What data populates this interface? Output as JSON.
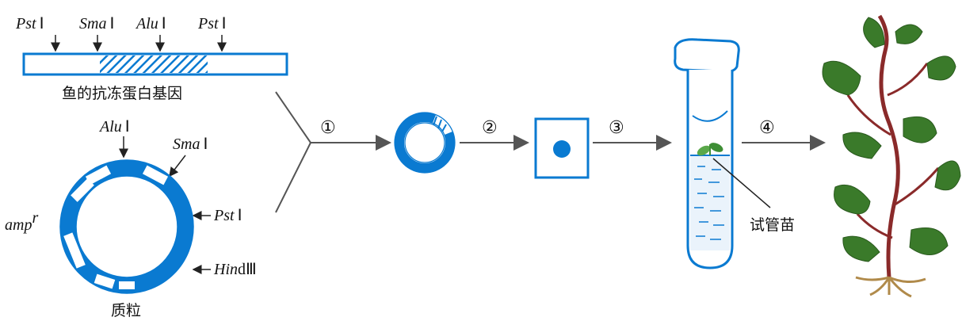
{
  "colors": {
    "blue": "#0a7ad1",
    "line": "#333333",
    "arrow": "#555555",
    "leaf": "#3a7a2a",
    "stem": "#8a2a2a",
    "root": "#b08a4a"
  },
  "gene": {
    "sites": [
      {
        "italic": "Pst",
        "roman": "Ⅰ"
      },
      {
        "italic": "Sma",
        "roman": "Ⅰ"
      },
      {
        "italic": "Alu",
        "roman": "Ⅰ"
      },
      {
        "italic": "Pst",
        "roman": "Ⅰ"
      }
    ],
    "caption": "鱼的抗冻蛋白基因"
  },
  "plasmid": {
    "sites": [
      {
        "italic": "Alu",
        "roman": "Ⅰ"
      },
      {
        "italic": "Sma",
        "roman": "Ⅰ"
      },
      {
        "italic": "Pst",
        "roman": "Ⅰ"
      },
      {
        "italic": "Hin",
        "roman": "dⅢ"
      }
    ],
    "marker": {
      "italic": "amp",
      "sup": "r"
    },
    "caption": "质粒"
  },
  "steps": [
    "①",
    "②",
    "③",
    "④"
  ],
  "tube_label": "试管苗",
  "icons": [
    "test-tube-icon",
    "plant-icon",
    "arrow-icon"
  ]
}
